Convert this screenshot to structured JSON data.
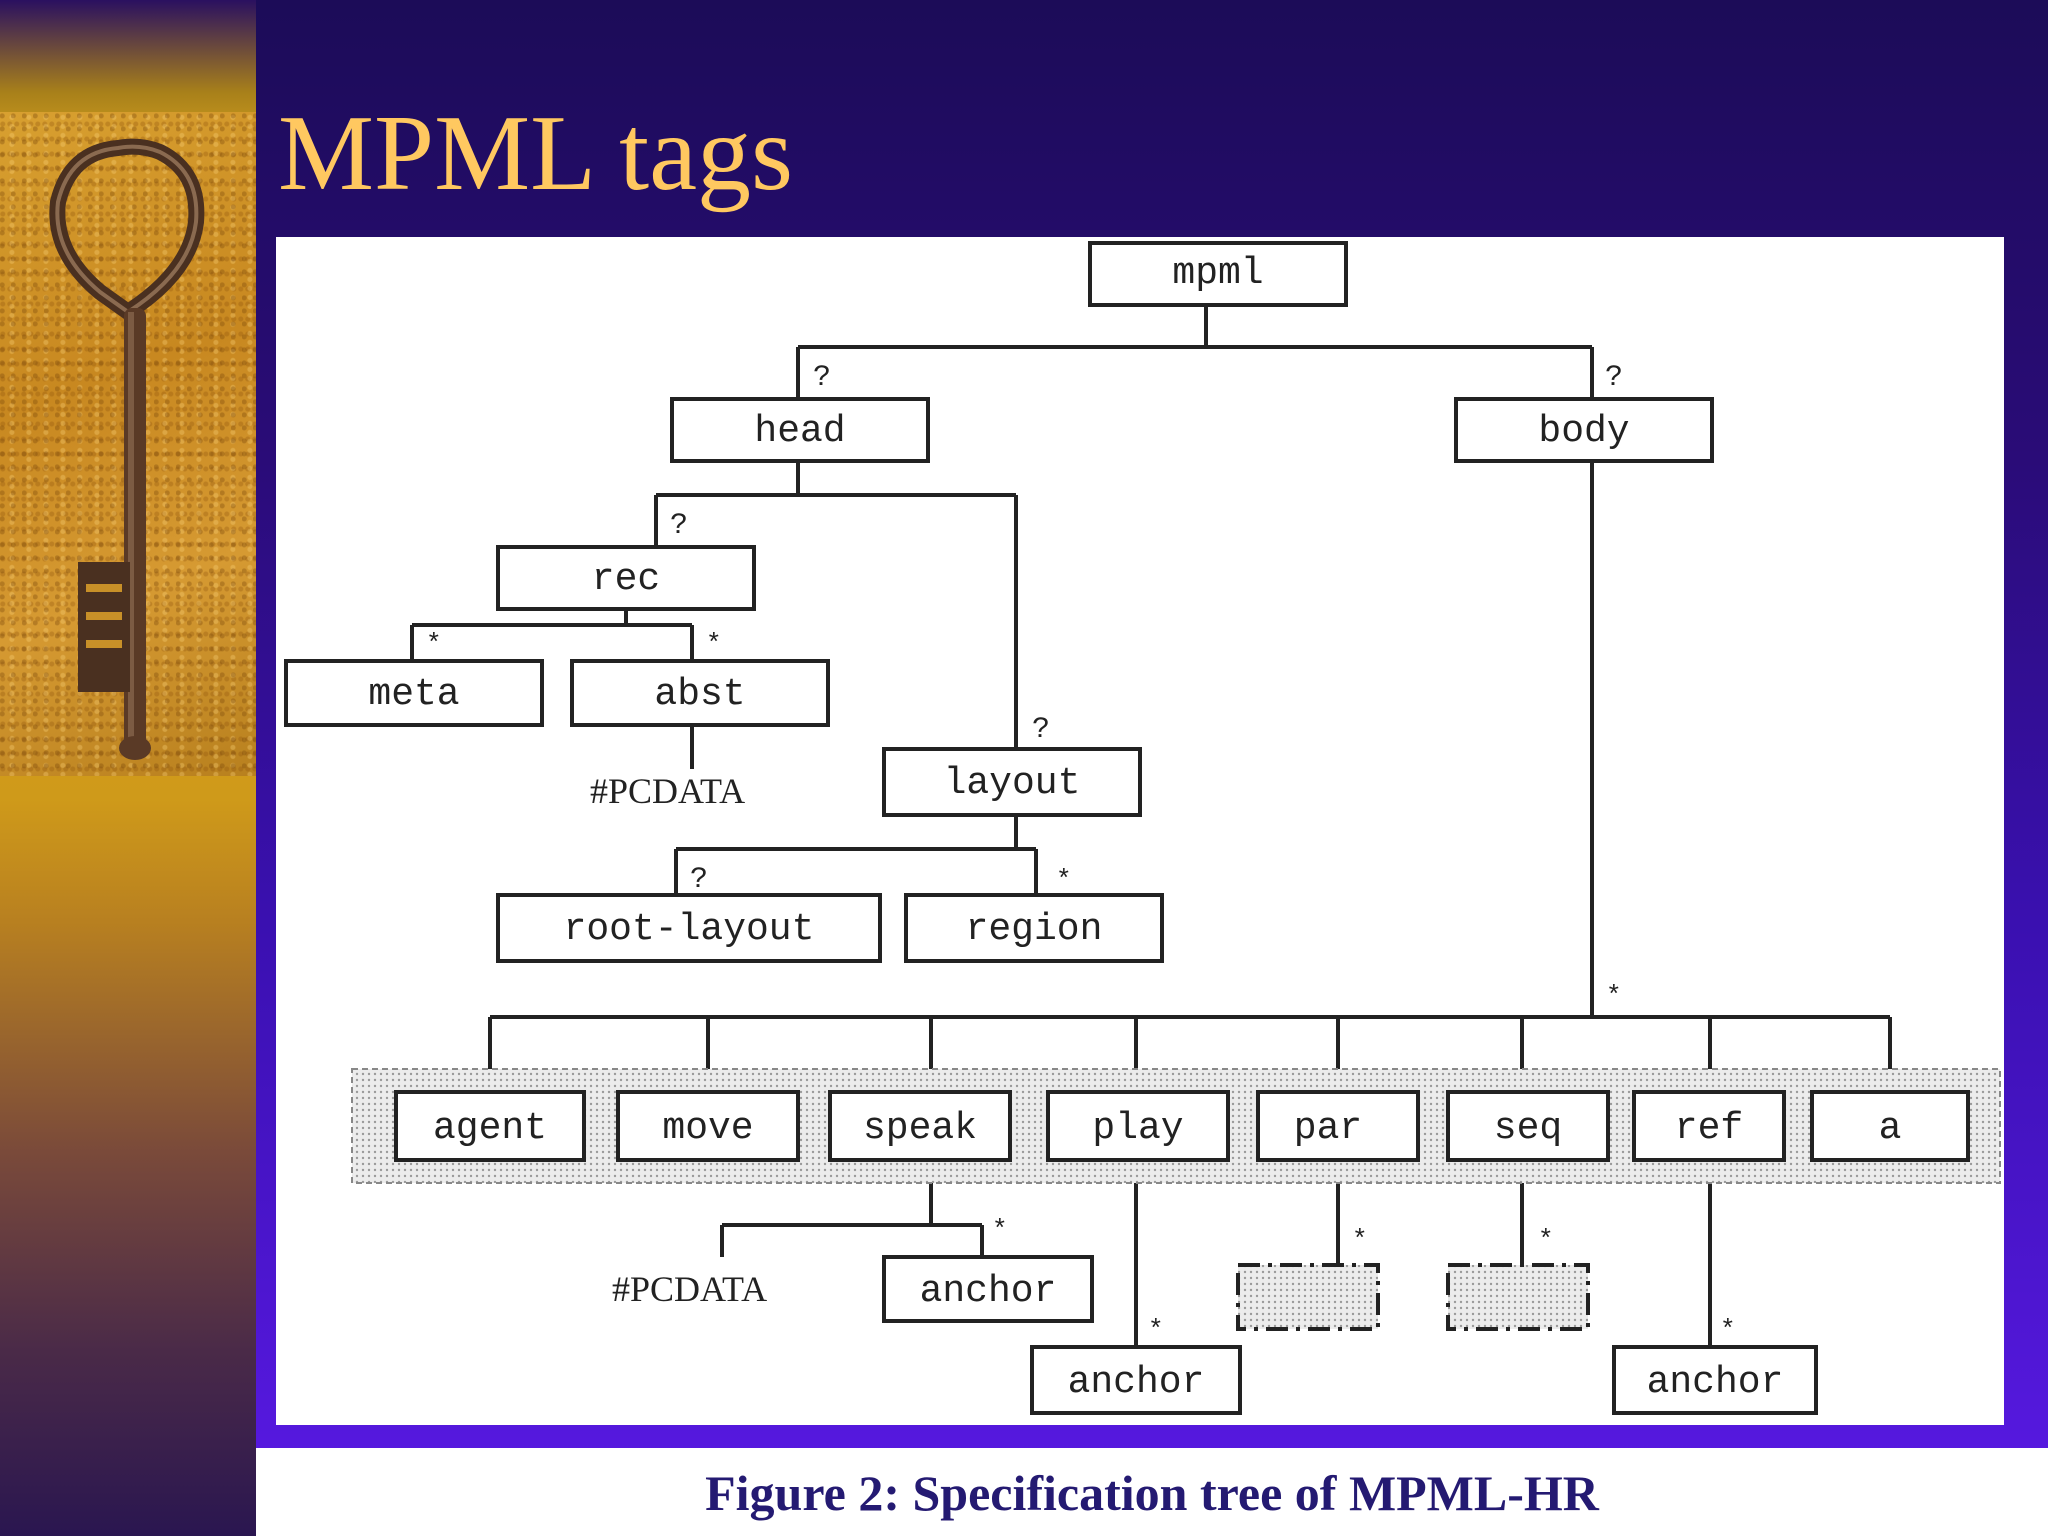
{
  "slide": {
    "title": "MPML tags",
    "caption": "Figure 2: Specification tree of MPML-HR"
  },
  "colors": {
    "title": "#ffc860",
    "caption": "#241a72",
    "background_top": "#1c0c58",
    "background_bottom": "#5a1ae6",
    "strip_gold": "#d8a420"
  },
  "decoration": {
    "photo": "old iron key on sand",
    "icon": "key-icon"
  },
  "tree": {
    "root": "mpml",
    "head": "head",
    "body": "body",
    "rec": "rec",
    "meta": "meta",
    "abst": "abst",
    "abst_pcdata": "#PCDATA",
    "layout": "layout",
    "root_layout": "root-layout",
    "region": "region",
    "body_children": [
      "agent",
      "move",
      "speak",
      "play",
      "par",
      "seq",
      "ref",
      "a"
    ],
    "speak_pcdata": "#PCDATA",
    "speak_anchor": "anchor",
    "play_anchor": "anchor",
    "ref_anchor": "anchor",
    "markers": {
      "head": "?",
      "body": "?",
      "rec": "?",
      "meta": "*",
      "abst": "*",
      "layout": "?",
      "root_layout": "?",
      "region": "*",
      "body_group": "*",
      "speak_anchor": "*",
      "play_anchor": "*",
      "par_child": "*",
      "seq_child": "*",
      "ref_anchor": "*"
    }
  }
}
